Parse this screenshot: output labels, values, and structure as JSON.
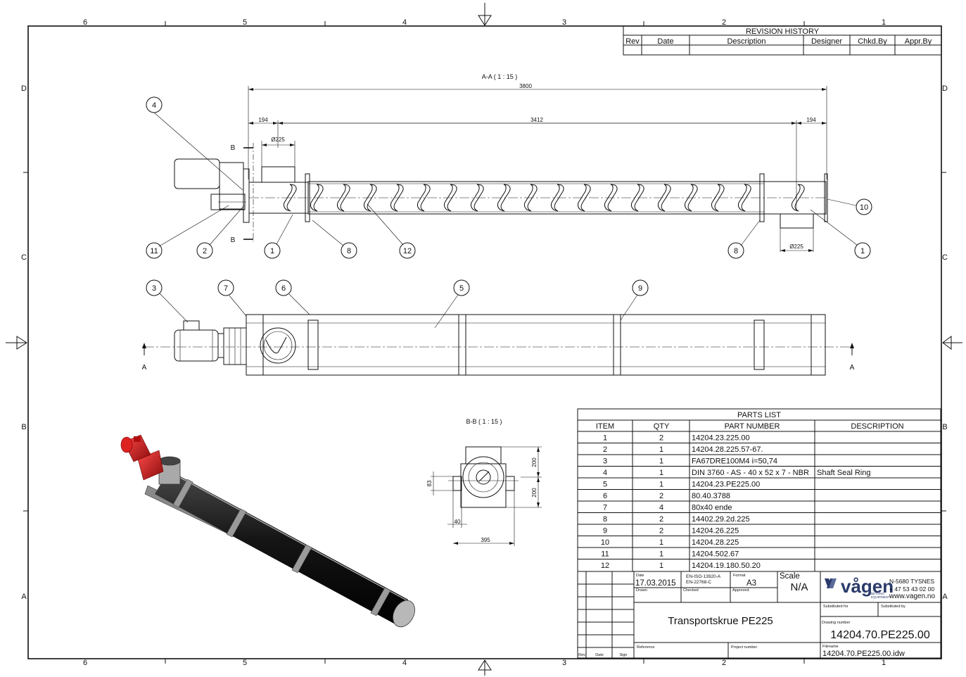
{
  "frame": {
    "col_numbers": [
      "6",
      "5",
      "4",
      "3",
      "2",
      "1"
    ],
    "row_letters": [
      "D",
      "C",
      "B",
      "A"
    ]
  },
  "revision_history": {
    "title": "REVISION HISTORY",
    "headers": [
      "Rev",
      "Date",
      "Description",
      "Designer",
      "Chkd.By",
      "Appr.By"
    ]
  },
  "section_aa": {
    "title": "A-A ( 1 : 15 )",
    "dim_total": "3800",
    "dim_left": "194",
    "dim_mid": "3412",
    "dim_right": "194",
    "dim_inlet": "Ø225",
    "dim_outlet": "Ø225",
    "cut_label": "B",
    "balloons": [
      "4",
      "11",
      "2",
      "1",
      "8",
      "12",
      "8",
      "1",
      "10"
    ]
  },
  "side_view": {
    "cut_label": "A",
    "balloons": [
      "3",
      "7",
      "6",
      "5",
      "9"
    ]
  },
  "section_bb": {
    "title": "B-B ( 1 : 15 )",
    "dims": [
      "200",
      "200",
      "83",
      "40",
      "395"
    ]
  },
  "parts_list": {
    "title": "PARTS LIST",
    "headers": [
      "ITEM",
      "QTY",
      "PART NUMBER",
      "DESCRIPTION"
    ],
    "rows": [
      {
        "item": "1",
        "qty": "2",
        "part": "14204.23.225.00",
        "desc": ""
      },
      {
        "item": "2",
        "qty": "1",
        "part": "14204.28.225.57-67.",
        "desc": ""
      },
      {
        "item": "3",
        "qty": "1",
        "part": "FA67DRE100M4 i=50,74",
        "desc": ""
      },
      {
        "item": "4",
        "qty": "1",
        "part": "DIN 3760 - AS - 40 x 52 x 7 - NBR",
        "desc": "Shaft Seal Ring"
      },
      {
        "item": "5",
        "qty": "1",
        "part": "14204.23.PE225.00",
        "desc": ""
      },
      {
        "item": "6",
        "qty": "2",
        "part": "80.40.3788",
        "desc": ""
      },
      {
        "item": "7",
        "qty": "4",
        "part": "80x40 ende",
        "desc": ""
      },
      {
        "item": "8",
        "qty": "2",
        "part": "14402.29.2d.225",
        "desc": ""
      },
      {
        "item": "9",
        "qty": "2",
        "part": "14204.26.225",
        "desc": ""
      },
      {
        "item": "10",
        "qty": "1",
        "part": "14204.28.225",
        "desc": ""
      },
      {
        "item": "11",
        "qty": "1",
        "part": "14204.502.67",
        "desc": ""
      },
      {
        "item": "12",
        "qty": "1",
        "part": "14204.19.180.50.20",
        "desc": ""
      }
    ]
  },
  "title_block": {
    "date_label": "Date",
    "date_value": "17.03.2015",
    "standard_1": "EN-ISO-13920-A",
    "standard_2": "EN-22768-C",
    "format_label": "Format",
    "format_value": "A3",
    "scale_label": "Scale",
    "scale_value": "N/A",
    "drawn_label": "Drawn",
    "checked_label": "Checked",
    "approved_label": "Approved",
    "company_logo": "vågen",
    "logo_sub": "BETONG\nEQUIPMENT",
    "address": "N-5680 TYSNES",
    "phone": "+ 47 53 43 02 00",
    "web": "www.vagen.no",
    "substituted_for_label": "Substituted for",
    "substituted_by_label": "Substituted by",
    "title": "Transportskrue PE225",
    "drawing_number_label": "Drawing number",
    "drawing_number": "14204.70.PE225.00",
    "reference_label": "Reference",
    "project_number_label": "Project number",
    "filename_label": "Filename",
    "filename": "14204.70.PE225.00.idw",
    "rev_label": "Rev",
    "date_col_label": "Date",
    "sign_label": "Sign"
  },
  "colors": {
    "line": "#111111",
    "motor_red": "#c41a1a",
    "tube_dark": "#1c1c1c",
    "steel": "#8a8a8a"
  }
}
